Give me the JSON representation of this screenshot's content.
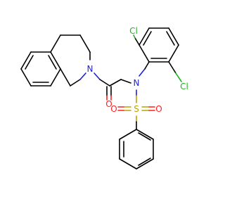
{
  "molecule": {
    "atoms": {
      "ring_n": "N",
      "carbonyl_o": "O",
      "sulfonamide_n": "N",
      "sulfur": "S",
      "sulfonyl_o1": "O",
      "sulfonyl_o2": "O",
      "cl_top": "Cl",
      "cl_right": "Cl"
    },
    "colors": {
      "carbon": "#000000",
      "nitrogen": "#1f1fd6",
      "oxygen": "#ff1f1f",
      "sulfur": "#b8a400",
      "chlorine": "#22b322"
    }
  }
}
